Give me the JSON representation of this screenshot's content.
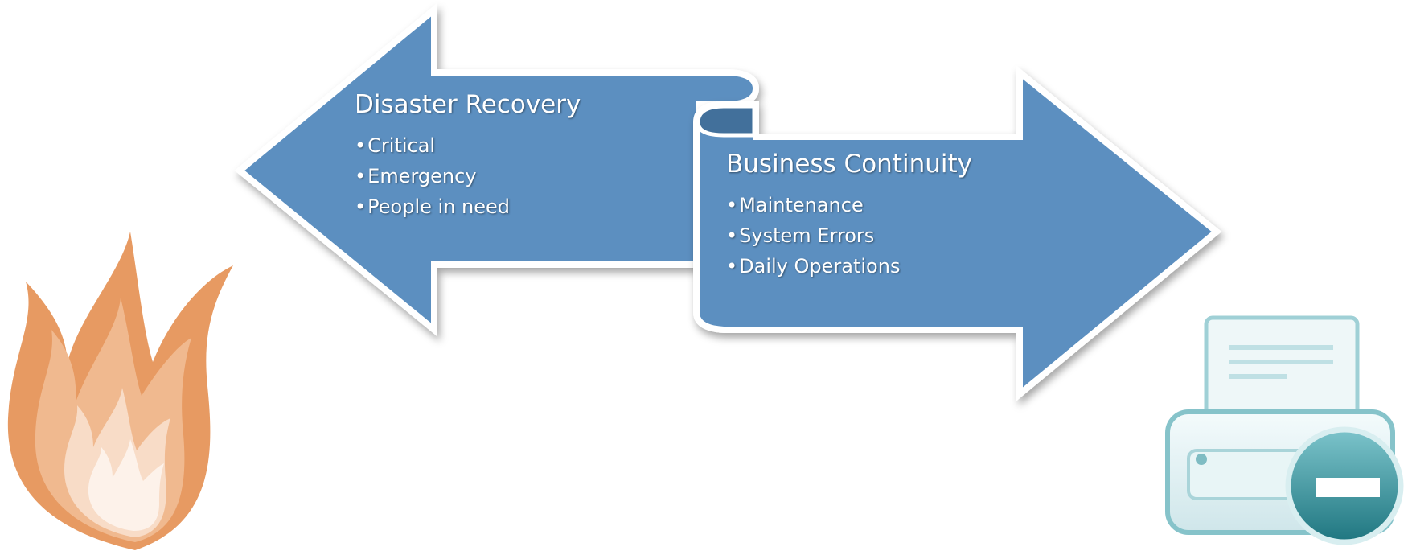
{
  "colors": {
    "arrow_fill": "#5b8fc0",
    "arrow_stroke": "#ffffff",
    "scroll_inner": "#42709b",
    "flame_outer": "#e79a62",
    "flame_mid": "#f0b98f",
    "flame_inner": "#f8dcc7",
    "printer_teal": "#2f8f99",
    "printer_light": "#e5f3f5"
  },
  "left_block": {
    "title": "Disaster Recovery",
    "items": [
      "Critical",
      "Emergency",
      "People in need"
    ]
  },
  "right_block": {
    "title": "Business Continuity",
    "items": [
      "Maintenance",
      "System Errors",
      "Daily Operations"
    ]
  },
  "icons": {
    "left": "fire-icon",
    "right": "printer-error-icon"
  }
}
